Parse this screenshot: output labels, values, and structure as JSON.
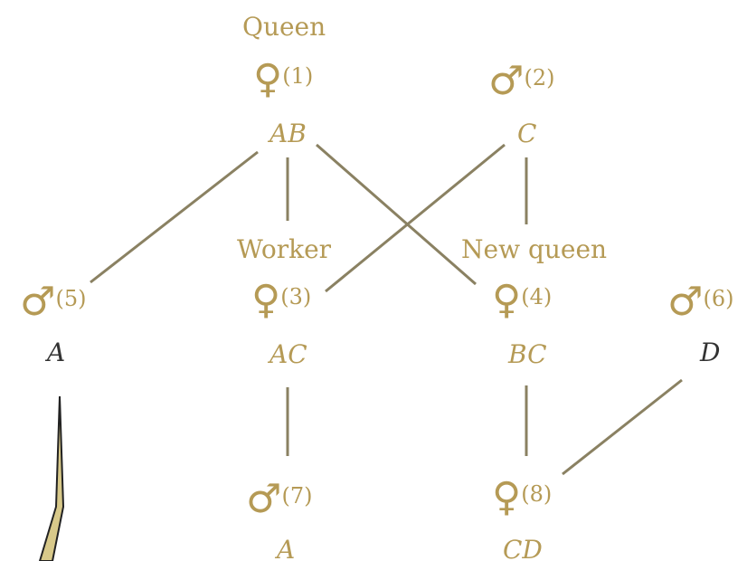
{
  "colors": {
    "gold": "#b59a55",
    "dark": "#333333",
    "line": "#8a8162"
  },
  "labels": {
    "queen_caption": "Queen",
    "worker_caption": "Worker",
    "new_queen_caption": "New queen"
  },
  "nodes": {
    "n1": {
      "symbol": "♀",
      "number": "(1)",
      "genotype": "AB",
      "sex": "female"
    },
    "n2": {
      "symbol": "♂",
      "number": "(2)",
      "genotype": "C",
      "sex": "male"
    },
    "n3": {
      "symbol": "♀",
      "number": "(3)",
      "genotype": "AC",
      "sex": "female"
    },
    "n4": {
      "symbol": "♀",
      "number": "(4)",
      "genotype": "BC",
      "sex": "female"
    },
    "n5": {
      "symbol": "♂",
      "number": "(5)",
      "genotype": "A",
      "sex": "male"
    },
    "n6": {
      "symbol": "♂",
      "number": "(6)",
      "genotype": "D",
      "sex": "male"
    },
    "n7": {
      "symbol": "♂",
      "number": "(7)",
      "genotype": "A",
      "sex": "male"
    },
    "n8": {
      "symbol": "♀",
      "number": "(8)",
      "genotype": "CD",
      "sex": "female"
    }
  },
  "edges": [
    {
      "from": "n1",
      "to": "n5"
    },
    {
      "from": "n1",
      "to": "n3"
    },
    {
      "from": "n1",
      "to": "n4"
    },
    {
      "from": "n2",
      "to": "n3"
    },
    {
      "from": "n2",
      "to": "n4"
    },
    {
      "from": "n3",
      "to": "n7"
    },
    {
      "from": "n4",
      "to": "n8"
    },
    {
      "from": "n6",
      "to": "n8"
    }
  ]
}
